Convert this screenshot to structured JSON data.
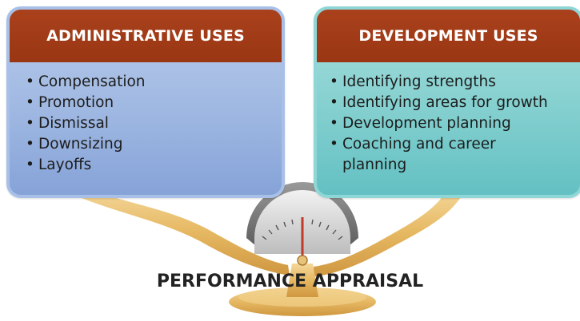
{
  "left_panel": {
    "title": "ADMINISTRATIVE USES",
    "items": [
      "Compensation",
      "Promotion",
      "Dismissal",
      "Downsizing",
      "Layoffs"
    ]
  },
  "right_panel": {
    "title": "DEVELOPMENT USES",
    "items": [
      "Identifying strengths",
      "Identifying areas for growth",
      "Development planning",
      "Coaching and career\nplanning"
    ]
  },
  "caption": "PERFORMANCE APPRAISAL",
  "bullet_char": "•",
  "colors": {
    "header_brown": "#a23c17",
    "left_panel_blue": "#9fb8e2",
    "right_panel_teal": "#83cfcf",
    "scale_gold": "#e3b55f",
    "needle_red": "#c0392b"
  }
}
